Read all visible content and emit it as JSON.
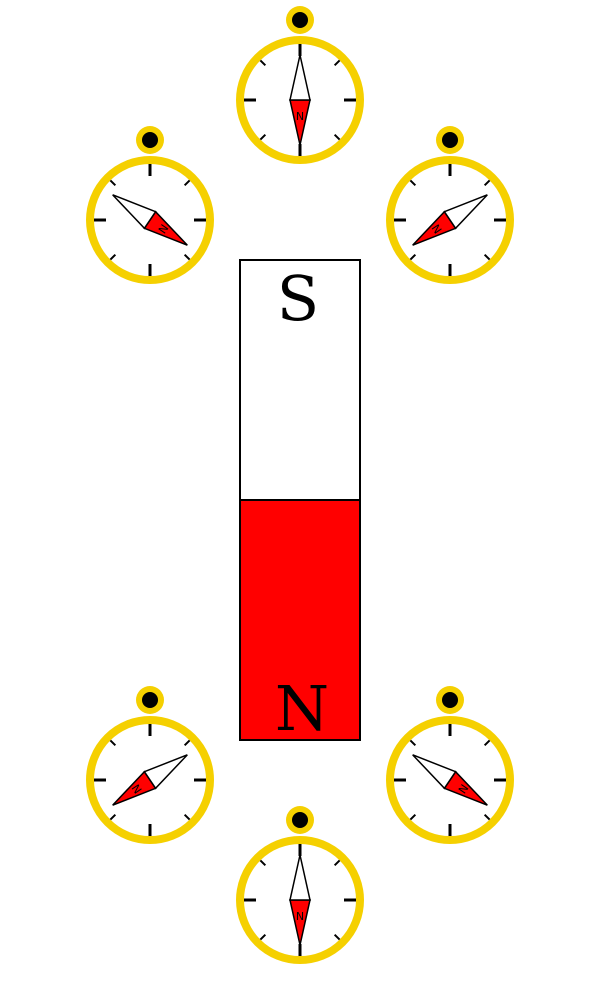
{
  "magnet": {
    "top_pole_label": "S",
    "bottom_pole_label": "N",
    "top_color": "#ffffff",
    "bottom_color": "#ff0000"
  },
  "compass_style": {
    "ring_color": "#f5d000",
    "needle_north_color": "#ff0000",
    "needle_south_color": "#ffffff",
    "needle_letter": "N"
  },
  "compasses": [
    {
      "name": "compass-top",
      "needle_north_bearing_deg": 180
    },
    {
      "name": "compass-upper-left",
      "needle_north_bearing_deg": 124
    },
    {
      "name": "compass-upper-right",
      "needle_north_bearing_deg": 236
    },
    {
      "name": "compass-lower-left",
      "needle_north_bearing_deg": 236
    },
    {
      "name": "compass-lower-right",
      "needle_north_bearing_deg": 124
    },
    {
      "name": "compass-bottom",
      "needle_north_bearing_deg": 180
    }
  ]
}
